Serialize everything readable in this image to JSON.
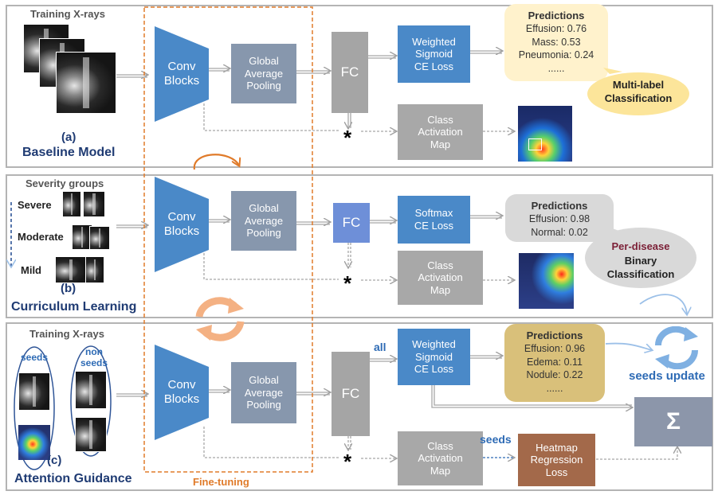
{
  "colors": {
    "conv": "#4a89c8",
    "gap": "#8797ad",
    "fc": "#a5a5a5",
    "fc_highlight": "#6e8fd8",
    "loss": "#4a89c8",
    "cam": "#a8a8a8",
    "heatmap_loss": "#a3694a",
    "pred_yellow": "#fff2cc",
    "pred_gold": "#d9c07a",
    "pred_gray": "#d9d9d9",
    "finetune": "#e07b2a",
    "title_blue": "#1f3b73",
    "sigma_box": "#8c96aa"
  },
  "fine_tuning_label": "Fine-tuning",
  "panel_a": {
    "input_title": "Training X-rays",
    "conv_label": [
      "Conv",
      "Blocks"
    ],
    "gap_label": [
      "Global",
      "Average",
      "Pooling"
    ],
    "fc_label": "FC",
    "loss_label": [
      "Weighted",
      "Sigmoid",
      "CE Loss"
    ],
    "cam_label": [
      "Class",
      "Activation",
      "Map"
    ],
    "predictions": {
      "title": "Predictions",
      "lines": [
        "Effusion: 0.76",
        "Mass: 0.53",
        "Pneumonia: 0.24",
        "......"
      ]
    },
    "callout": [
      "Multi-label",
      "Classification"
    ],
    "tag": "(a)",
    "title": "Baseline Model",
    "multiply_symbol": "*"
  },
  "panel_b": {
    "input_title": "Severity groups",
    "groups": [
      "Severe",
      "Moderate",
      "Mild"
    ],
    "conv_label": [
      "Conv",
      "Blocks"
    ],
    "gap_label": [
      "Global",
      "Average",
      "Pooling"
    ],
    "fc_label": "FC",
    "loss_label": [
      "Softmax",
      "CE Loss"
    ],
    "cam_label": [
      "Class",
      "Activation",
      "Map"
    ],
    "predictions": {
      "title": "Predictions",
      "lines": [
        "Effusion: 0.98",
        "Normal: 0.02"
      ]
    },
    "callout": [
      "Per-disease",
      "Binary",
      "Classification"
    ],
    "tag": "(b)",
    "title": "Curriculum Learning",
    "multiply_symbol": "*"
  },
  "panel_c": {
    "input_title": "Training X-rays",
    "seeds_label": "seeds",
    "non_seeds_label": [
      "non",
      "seeds"
    ],
    "conv_label": [
      "Conv",
      "Blocks"
    ],
    "gap_label": [
      "Global",
      "Average",
      "Pooling"
    ],
    "fc_label": "FC",
    "all_label": "all",
    "loss_label": [
      "Weighted",
      "Sigmoid",
      "CE Loss"
    ],
    "cam_label": [
      "Class",
      "Activation",
      "Map"
    ],
    "seeds_arrow_label": "seeds",
    "heatmap_loss_label": [
      "Heatmap",
      "Regression",
      "Loss"
    ],
    "predictions": {
      "title": "Predictions",
      "lines": [
        "Effusion: 0.96",
        "Edema: 0.11",
        "Nodule: 0.22",
        "......"
      ]
    },
    "seeds_update_label": "seeds update",
    "sum_symbol": "Σ",
    "tag": "(c)",
    "title": "Attention Guidance",
    "multiply_symbol": "*"
  }
}
